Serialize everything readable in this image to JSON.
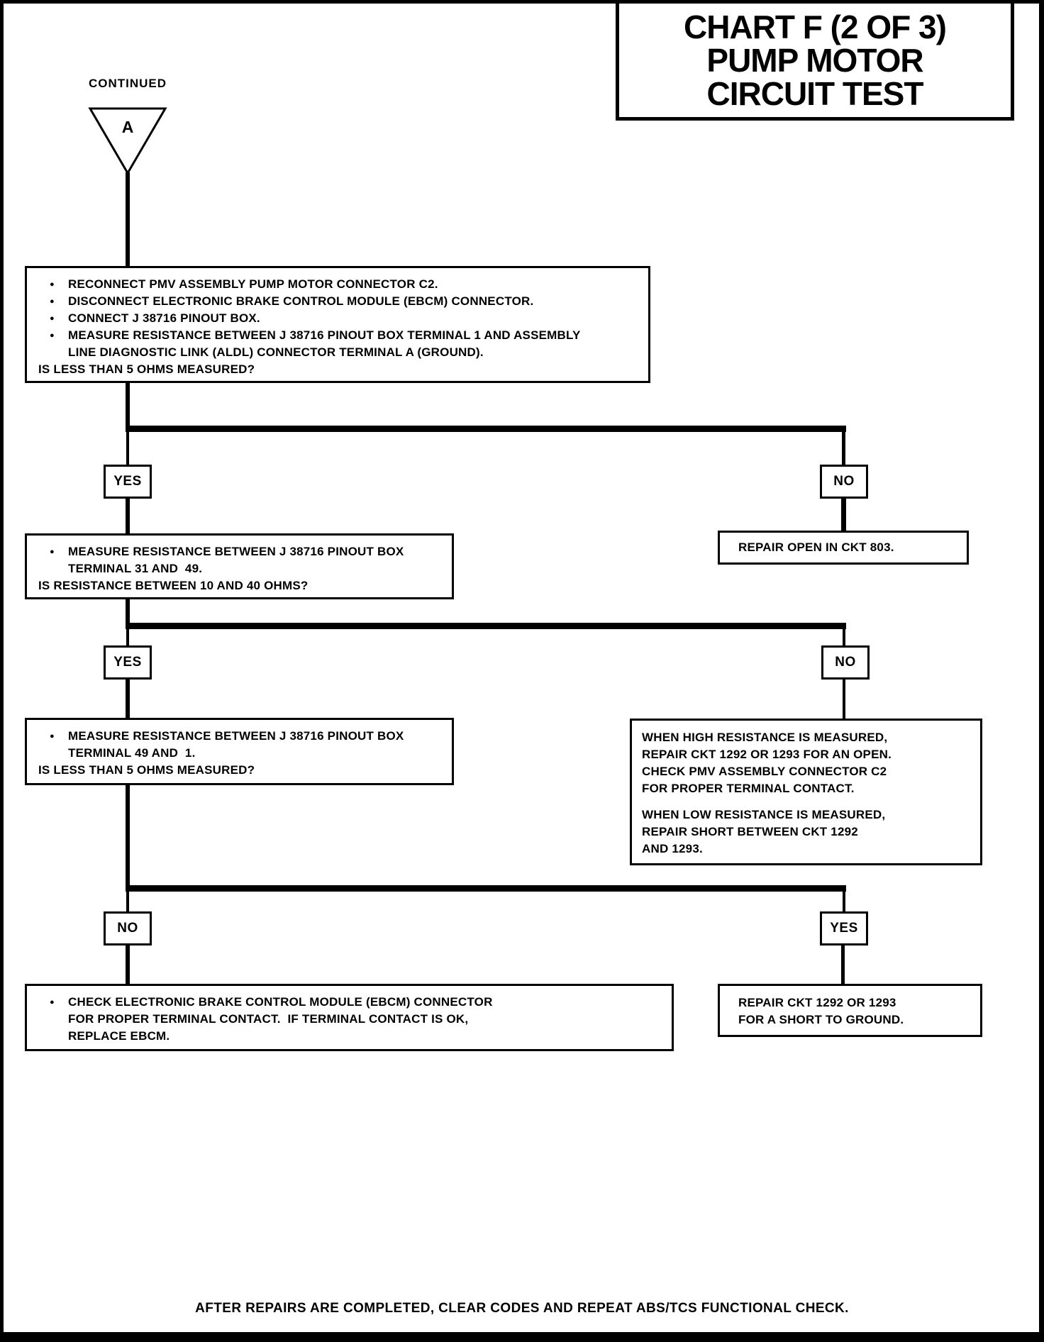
{
  "page": {
    "continued_label": "CONTINUED",
    "connector_letter": "A",
    "footer": "AFTER REPAIRS ARE COMPLETED, CLEAR CODES AND REPEAT ABS/TCS FUNCTIONAL CHECK."
  },
  "title": {
    "lines": [
      "CHART F (2 OF 3)",
      "PUMP MOTOR",
      "CIRCUIT TEST"
    ]
  },
  "labels": {
    "yes": "YES",
    "no": "NO"
  },
  "boxes": {
    "step1": {
      "lines": [
        {
          "kind": "bullet",
          "text": "RECONNECT PMV ASSEMBLY PUMP MOTOR CONNECTOR C2."
        },
        {
          "kind": "bullet",
          "text": "DISCONNECT ELECTRONIC BRAKE CONTROL MODULE (EBCM) CONNECTOR."
        },
        {
          "kind": "bullet",
          "text": "CONNECT J 38716 PINOUT BOX."
        },
        {
          "kind": "bullet",
          "text": "MEASURE RESISTANCE BETWEEN J 38716 PINOUT BOX TERMINAL 1 AND ASSEMBLY"
        },
        {
          "kind": "cont",
          "text": "LINE DIAGNOSTIC LINK (ALDL) CONNECTOR TERMINAL A (GROUND)."
        },
        {
          "kind": "question",
          "text": "IS LESS THAN 5 OHMS MEASURED?"
        }
      ]
    },
    "repair_open": {
      "text": "REPAIR OPEN IN CKT 803."
    },
    "step2": {
      "lines": [
        {
          "kind": "bullet",
          "text": "MEASURE RESISTANCE BETWEEN J 38716 PINOUT BOX"
        },
        {
          "kind": "cont",
          "text": "TERMINAL 31 AND  49."
        },
        {
          "kind": "question",
          "text": "IS RESISTANCE BETWEEN 10 AND 40 OHMS?"
        }
      ]
    },
    "step3": {
      "lines": [
        {
          "kind": "bullet",
          "text": "MEASURE RESISTANCE BETWEEN J 38716 PINOUT BOX"
        },
        {
          "kind": "cont",
          "text": "TERMINAL 49 AND  1."
        },
        {
          "kind": "question",
          "text": "IS LESS THAN 5 OHMS MEASURED?"
        }
      ]
    },
    "resistance_explain": {
      "lines": [
        "WHEN HIGH RESISTANCE IS MEASURED,",
        "REPAIR CKT 1292 OR 1293 FOR AN OPEN.",
        "CHECK PMV ASSEMBLY CONNECTOR C2",
        "FOR PROPER TERMINAL CONTACT.",
        {
          "kind": "gap",
          "text": "WHEN LOW RESISTANCE IS MEASURED,"
        },
        "REPAIR SHORT BETWEEN CKT 1292",
        "AND 1293."
      ]
    },
    "check_ebcm": {
      "lines": [
        {
          "kind": "bullet",
          "text": "CHECK ELECTRONIC BRAKE CONTROL MODULE (EBCM) CONNECTOR"
        },
        {
          "kind": "cont",
          "text": "FOR PROPER TERMINAL CONTACT.  IF TERMINAL CONTACT IS OK,"
        },
        {
          "kind": "cont",
          "text": "REPLACE EBCM."
        }
      ]
    },
    "repair_short": {
      "lines": [
        "REPAIR CKT 1292 OR 1293",
        "FOR A SHORT TO GROUND."
      ]
    }
  },
  "colors": {
    "ink": "#000000",
    "paper": "#ffffff"
  }
}
